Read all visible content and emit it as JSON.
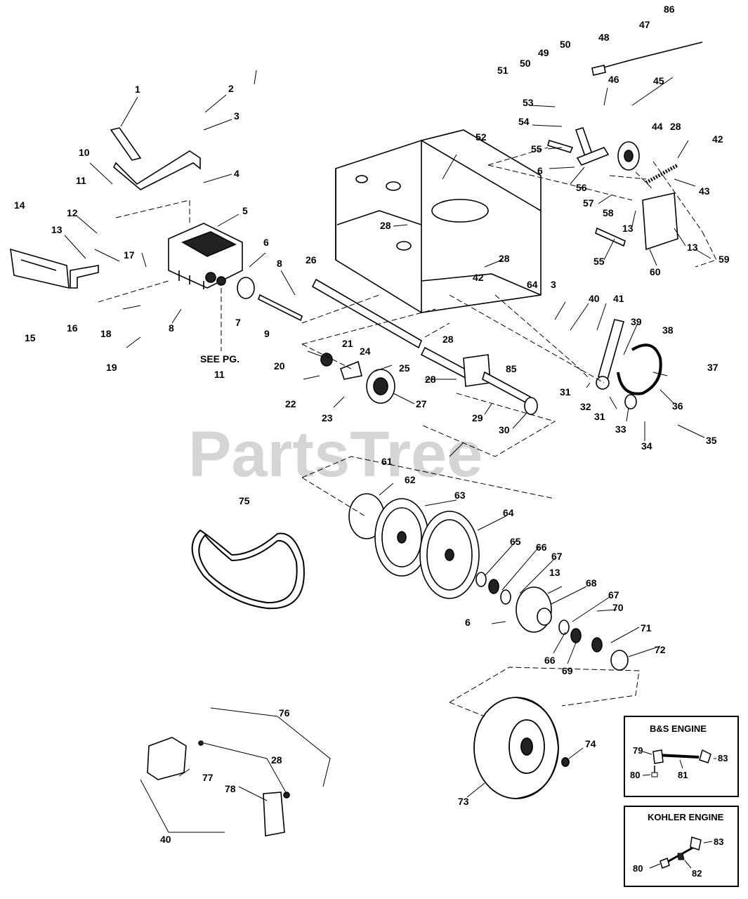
{
  "watermark": "PartsTree",
  "see_note": {
    "line1": "SEE PG.",
    "line2": "11"
  },
  "inset_bs": {
    "title": "B&S ENGINE",
    "labels": [
      "79",
      "80",
      "81",
      "83"
    ]
  },
  "inset_kohler": {
    "title": "KOHLER ENGINE",
    "labels": [
      "80",
      "82",
      "83"
    ]
  },
  "callouts": [
    "1",
    "2",
    "3",
    "4",
    "5",
    "6",
    "7",
    "8",
    "9",
    "10",
    "11",
    "12",
    "13",
    "14",
    "15",
    "16",
    "17",
    "18",
    "19",
    "20",
    "21",
    "22",
    "23",
    "24",
    "25",
    "26",
    "27",
    "28",
    "29",
    "30",
    "31",
    "32",
    "33",
    "34",
    "35",
    "36",
    "37",
    "38",
    "39",
    "40",
    "41",
    "42",
    "43",
    "44",
    "45",
    "46",
    "47",
    "48",
    "49",
    "50",
    "51",
    "52",
    "53",
    "54",
    "55",
    "56",
    "57",
    "58",
    "59",
    "60",
    "61",
    "62",
    "63",
    "64",
    "65",
    "66",
    "67",
    "68",
    "69",
    "70",
    "71",
    "72",
    "73",
    "74",
    "75",
    "76",
    "77",
    "78",
    "85",
    "86"
  ]
}
